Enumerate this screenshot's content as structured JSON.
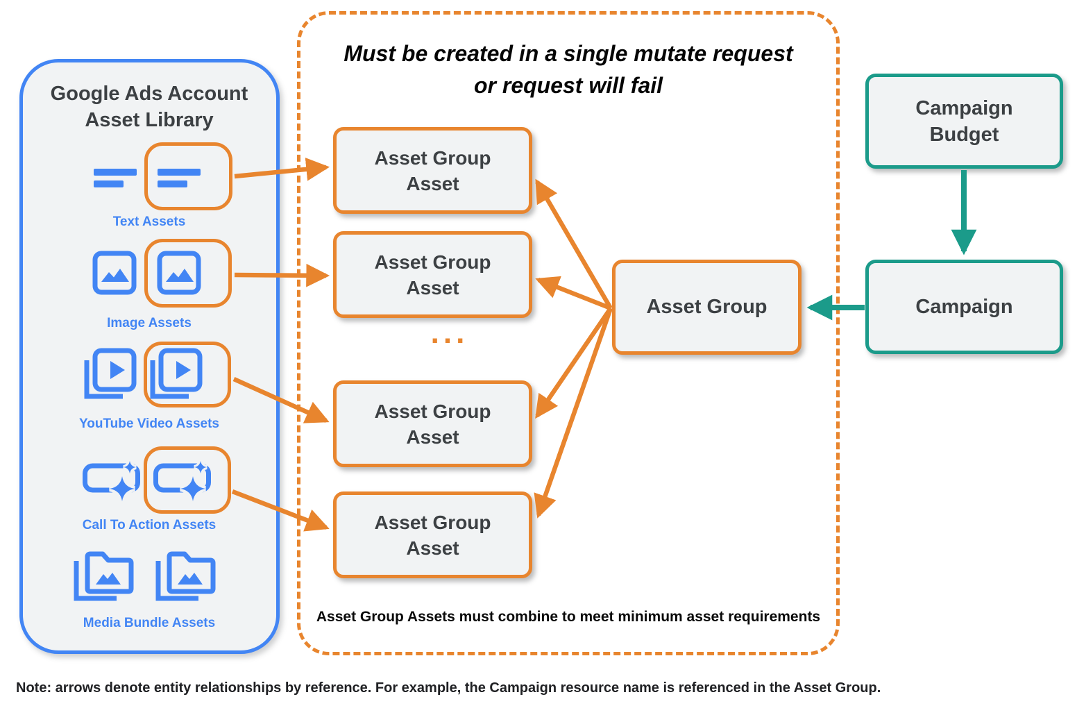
{
  "asset_library": {
    "title": "Google Ads Account Asset Library",
    "items": [
      {
        "label": "Text Assets"
      },
      {
        "label": "Image Assets"
      },
      {
        "label": "YouTube Video Assets"
      },
      {
        "label": "Call To Action Assets"
      },
      {
        "label": "Media Bundle Assets"
      }
    ]
  },
  "mutate_container": {
    "title_line1": "Must be created in a single mutate request",
    "title_line2": "or request will fail",
    "boxes": [
      {
        "line1": "Asset Group",
        "line2": "Asset"
      },
      {
        "line1": "Asset Group",
        "line2": "Asset"
      },
      {
        "line1": "Asset Group",
        "line2": "Asset"
      },
      {
        "line1": "Asset Group",
        "line2": "Asset"
      }
    ],
    "ellipsis": "...",
    "footnote": "Asset Group Assets must combine to meet minimum asset requirements"
  },
  "asset_group": {
    "label": "Asset Group"
  },
  "campaign_budget": {
    "label": "Campaign Budget"
  },
  "campaign": {
    "label": "Campaign"
  },
  "note": "Note: arrows denote entity relationships by reference. For example, the Campaign resource name is referenced in the Asset Group.",
  "colors": {
    "orange": "#E8852E",
    "teal": "#1B9B8A",
    "blue": "#4285F4",
    "box_fill": "#F1F3F4",
    "dark_text": "#3C4043"
  }
}
